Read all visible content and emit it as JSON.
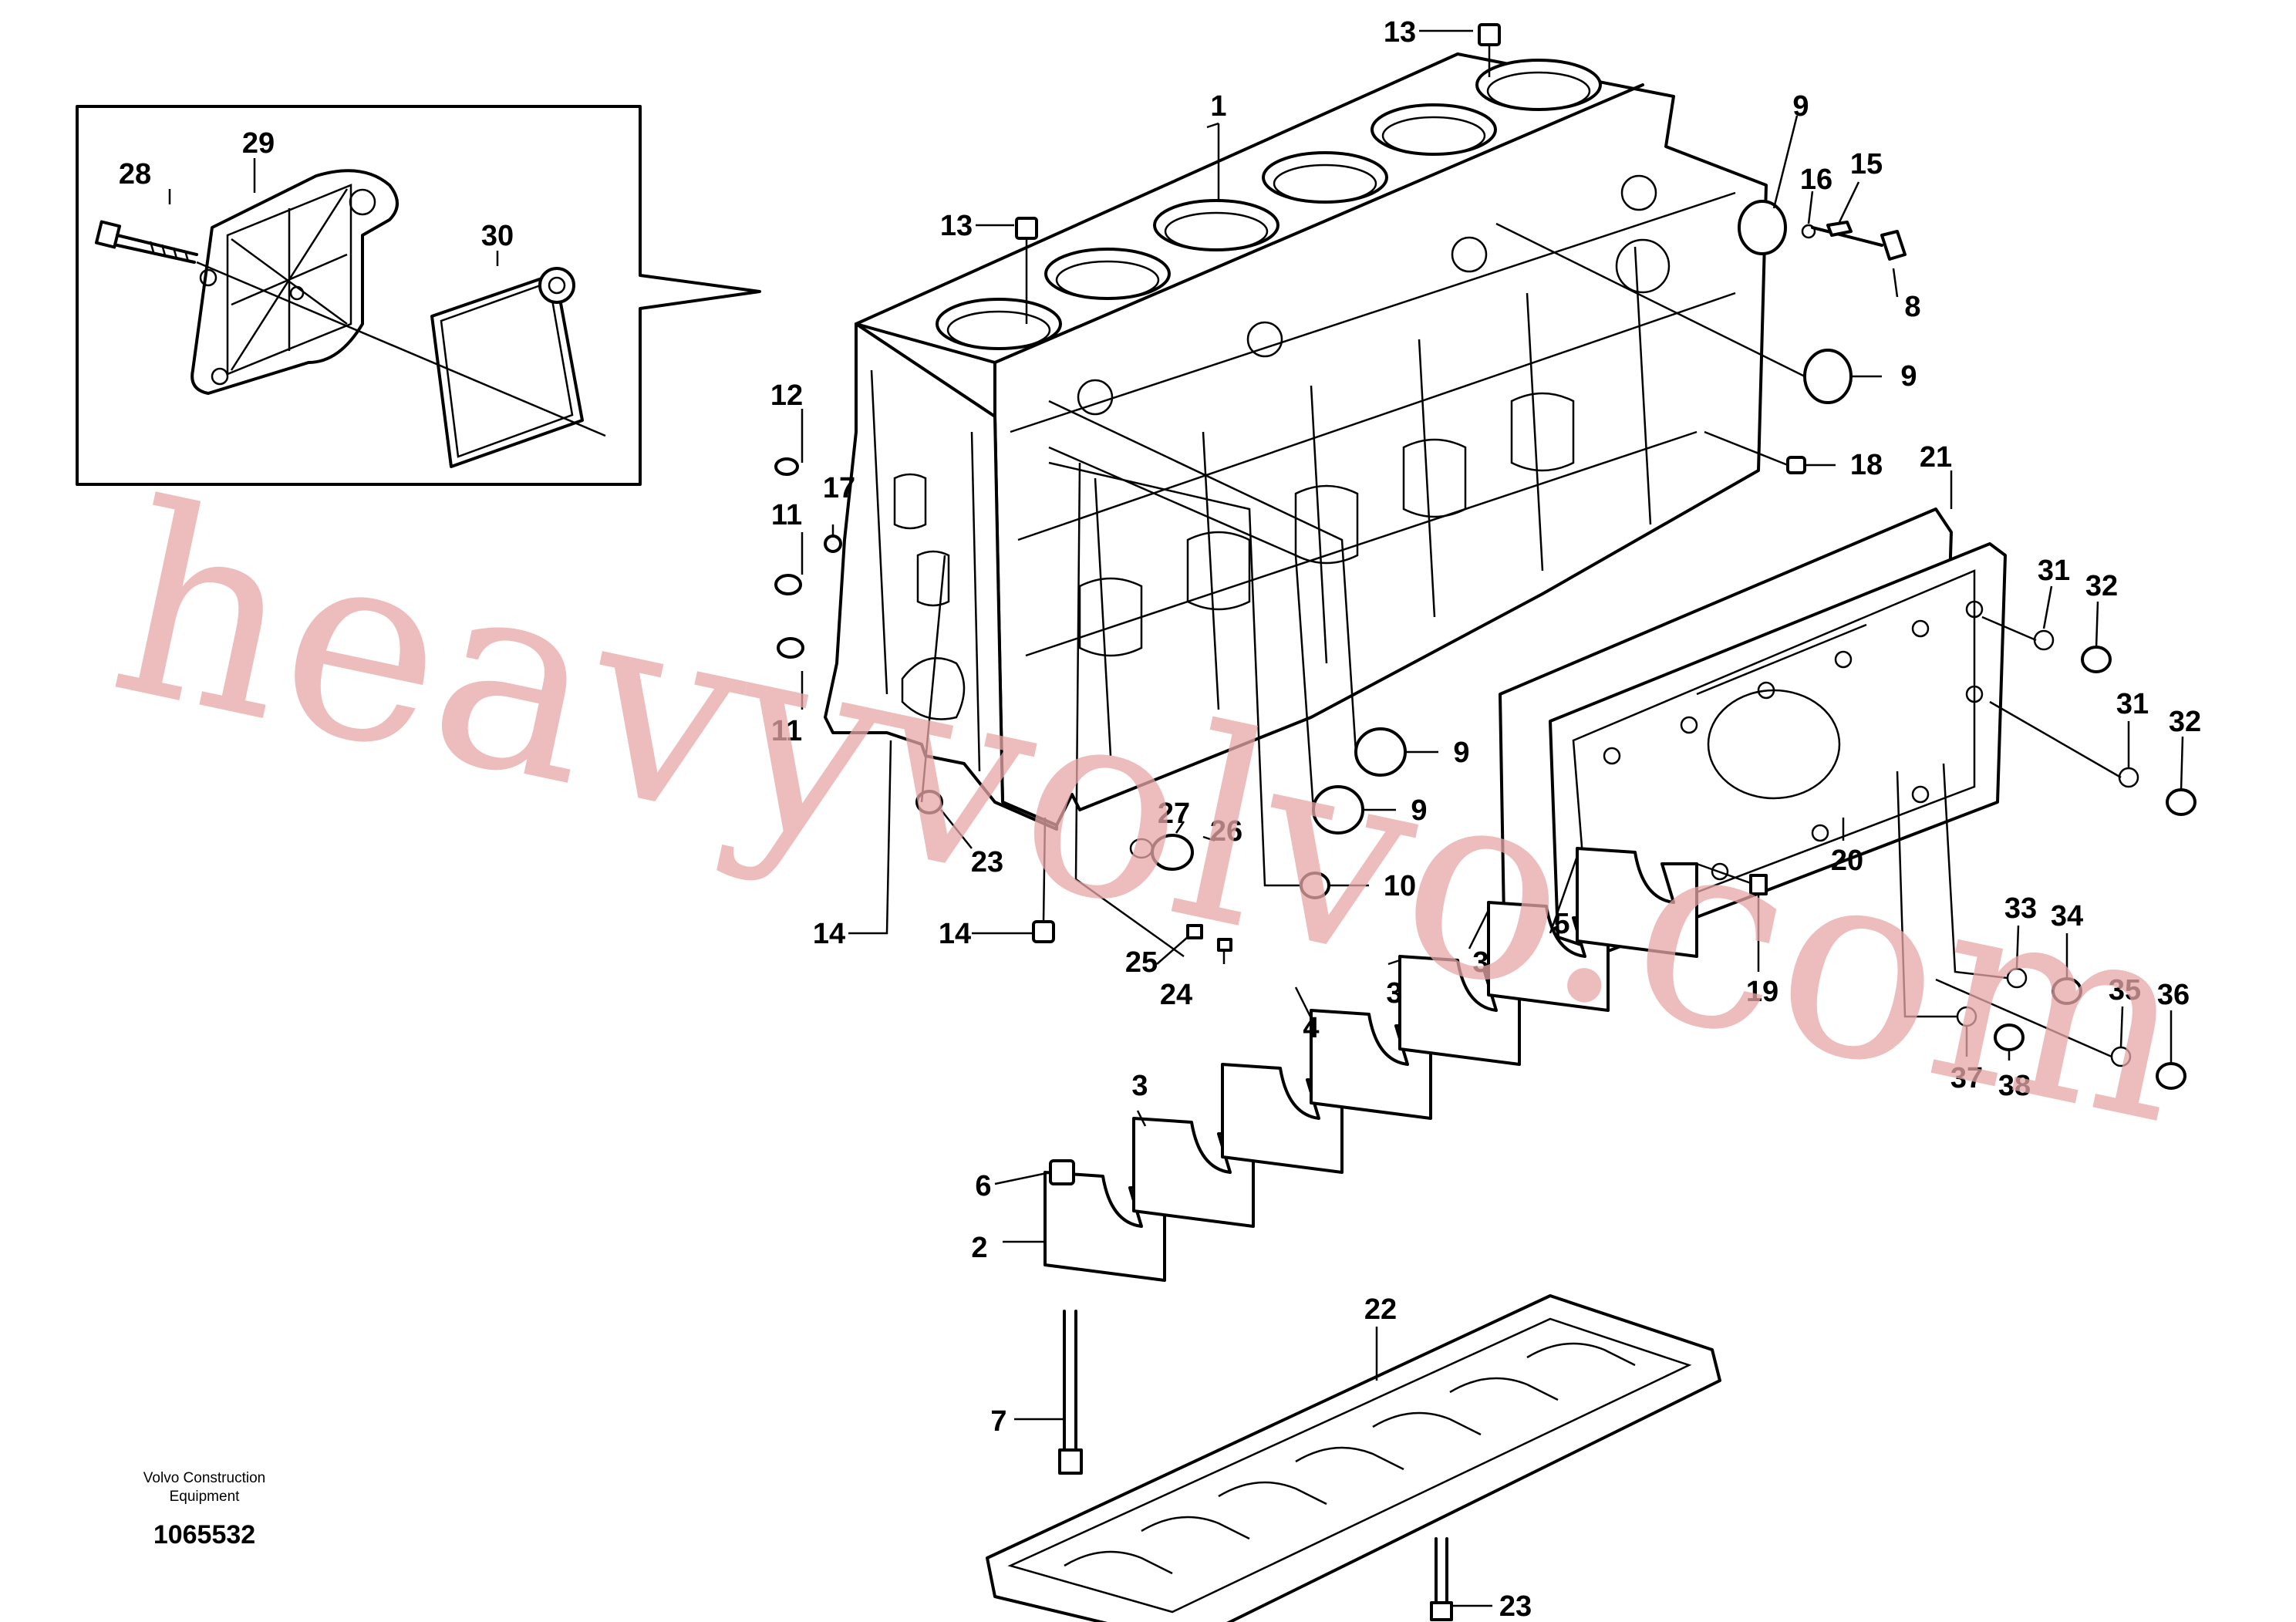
{
  "watermark": "heavyvolvo.com",
  "footer": {
    "brand_line1": "Volvo Construction",
    "brand_line2": "Equipment",
    "drawing_number": "1065532"
  },
  "callouts": [
    {
      "id": "c1",
      "text": "1"
    },
    {
      "id": "c2",
      "text": "2"
    },
    {
      "id": "c3a",
      "text": "3"
    },
    {
      "id": "c3b",
      "text": "3"
    },
    {
      "id": "c3c",
      "text": "3"
    },
    {
      "id": "c4",
      "text": "4"
    },
    {
      "id": "c5",
      "text": "5"
    },
    {
      "id": "c6",
      "text": "6"
    },
    {
      "id": "c7",
      "text": "7"
    },
    {
      "id": "c8",
      "text": "8"
    },
    {
      "id": "c9a",
      "text": "9"
    },
    {
      "id": "c9b",
      "text": "9"
    },
    {
      "id": "c9c",
      "text": "9"
    },
    {
      "id": "c9d",
      "text": "9"
    },
    {
      "id": "c10",
      "text": "10"
    },
    {
      "id": "c11a",
      "text": "11"
    },
    {
      "id": "c11b",
      "text": "11"
    },
    {
      "id": "c12",
      "text": "12"
    },
    {
      "id": "c13a",
      "text": "13"
    },
    {
      "id": "c13b",
      "text": "13"
    },
    {
      "id": "c14a",
      "text": "14"
    },
    {
      "id": "c14b",
      "text": "14"
    },
    {
      "id": "c15",
      "text": "15"
    },
    {
      "id": "c16",
      "text": "16"
    },
    {
      "id": "c17",
      "text": "17"
    },
    {
      "id": "c18",
      "text": "18"
    },
    {
      "id": "c19",
      "text": "19"
    },
    {
      "id": "c20",
      "text": "20"
    },
    {
      "id": "c21",
      "text": "21"
    },
    {
      "id": "c22",
      "text": "22"
    },
    {
      "id": "c23a",
      "text": "23"
    },
    {
      "id": "c23b",
      "text": "23"
    },
    {
      "id": "c24",
      "text": "24"
    },
    {
      "id": "c25",
      "text": "25"
    },
    {
      "id": "c26",
      "text": "26"
    },
    {
      "id": "c27",
      "text": "27"
    },
    {
      "id": "c28",
      "text": "28"
    },
    {
      "id": "c29",
      "text": "29"
    },
    {
      "id": "c30",
      "text": "30"
    },
    {
      "id": "c31a",
      "text": "31"
    },
    {
      "id": "c31b",
      "text": "31"
    },
    {
      "id": "c32a",
      "text": "32"
    },
    {
      "id": "c32b",
      "text": "32"
    },
    {
      "id": "c33",
      "text": "33"
    },
    {
      "id": "c34",
      "text": "34"
    },
    {
      "id": "c35",
      "text": "35"
    },
    {
      "id": "c36",
      "text": "36"
    },
    {
      "id": "c37",
      "text": "37"
    },
    {
      "id": "c38",
      "text": "38"
    }
  ]
}
